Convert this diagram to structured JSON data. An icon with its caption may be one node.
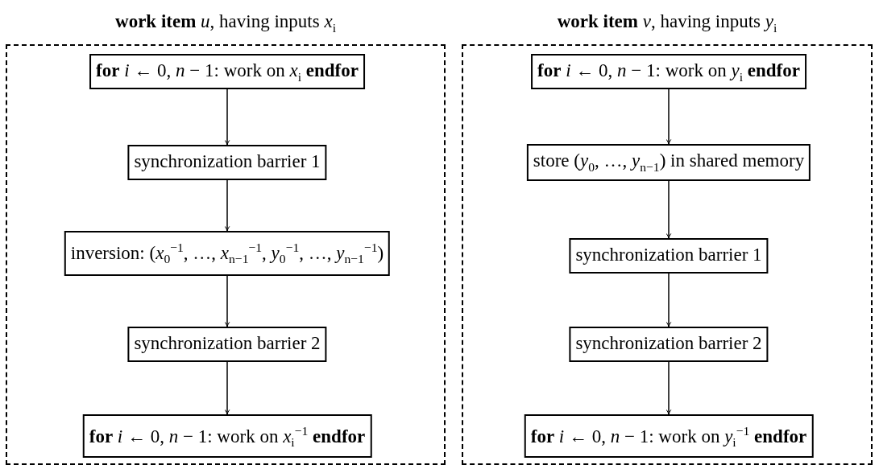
{
  "diagram": {
    "nodes": [
      {
        "text": [
          "**work item** *u*, having inputs *x*$_{i}$"
        ]
      },
      {
        "text": [
          "**for** *i* ← 0, *n* − 1: work on *x*$_{i}$ **endfor**"
        ],
        "in": 0
      },
      {
        "text": [
          "synchronization barrier 1"
        ],
        "in": 0
      },
      {
        "text": [
          "inversion: (*x*$_{0}$$^{−1}$, …, *x*$_{n−1}$$^{−1}$, *y*$_{0}$$^{−1}$, …, *y*$_{n−1}$$^{−1}$)"
        ],
        "in": 0
      },
      {
        "text": [
          "synchronization barrier 2"
        ],
        "in": 0
      },
      {
        "text": [
          "**for** *i* ← 0, *n* − 1: work on *x*$_{i}$$^{−1}$ **endfor**"
        ],
        "in": 0
      },
      {
        "text": [
          "**work item** *v*, having inputs *y*$_{i}$"
        ]
      },
      {
        "text": [
          "**for** *i* ← 0, *n* − 1: work on *y*$_{i}$ **endfor**"
        ],
        "in": 6
      },
      {
        "text": [
          "store (*y*$_{0}$, …, *y*$_{n−1}$) in shared memory"
        ],
        "in": 6
      },
      {
        "text": [
          "synchronization barrier 1"
        ],
        "in": 6
      },
      {
        "text": [
          "synchronization barrier 2"
        ],
        "in": 6
      },
      {
        "text": [
          "**for** *i* ← 0, *n* − 1: work on *y*$_{i}$$^{−1}$ **endfor**"
        ],
        "in": 6
      }
    ],
    "edges": [
      {
        "from": 1,
        "to": 2,
        "arrow": "to"
      },
      {
        "from": 2,
        "to": 3,
        "arrow": "to"
      },
      {
        "from": 3,
        "to": 4,
        "arrow": "to"
      },
      {
        "from": 4,
        "to": 5,
        "arrow": "to"
      },
      {
        "from": 7,
        "to": 8,
        "arrow": "to"
      },
      {
        "from": 8,
        "to": 9,
        "arrow": "to"
      },
      {
        "from": 9,
        "to": 10,
        "arrow": "to"
      },
      {
        "from": 10,
        "to": 11,
        "arrow": "to"
      }
    ]
  }
}
